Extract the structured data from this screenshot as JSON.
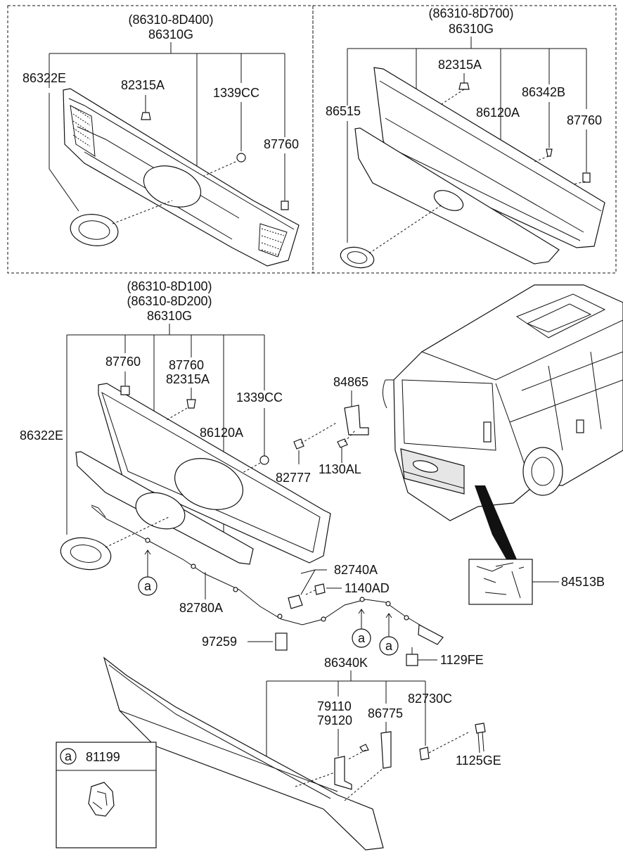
{
  "panel_top_left": {
    "codes": [
      "(86310-8D400)",
      "86310G"
    ],
    "labels": {
      "logo": "86322E",
      "clip": "82315A",
      "nut": "1339CC",
      "retainer": "87760"
    }
  },
  "panel_top_right": {
    "codes": [
      "(86310-8D700)",
      "86310G"
    ],
    "labels": {
      "clip": "82315A",
      "logo": "86515",
      "emblem_bracket": "86342B",
      "garnish": "86120A",
      "retainer": "87760"
    }
  },
  "grille_assembly": {
    "codes": [
      "(86310-8D100)",
      "(86310-8D200)",
      "86310G"
    ],
    "labels": {
      "retainer_a": "87760",
      "retainer_b": "87760",
      "clip": "82315A",
      "nut": "1339CC",
      "logo": "86322E",
      "garnish": "86120A"
    }
  },
  "release_parts": {
    "bracket": "84865",
    "screw": "82777",
    "bolt": "1130AL",
    "handle": "82740A",
    "handle_bolt": "1140AD",
    "cable": "82780A",
    "cap": "97259",
    "label_part": "84513B",
    "latch_bolt": "1129FE"
  },
  "lower_panel": {
    "assembly": "86340K",
    "hinge_left": "79110",
    "hinge_right": "79120",
    "bracket": "86775",
    "stopper": "82730C",
    "bolt": "1125GE"
  },
  "callout": {
    "marker": "a",
    "ref_a1": "a",
    "ref_a2": "a",
    "ref_a3": "a"
  },
  "legend_box": {
    "marker": "a",
    "part": "81199"
  }
}
